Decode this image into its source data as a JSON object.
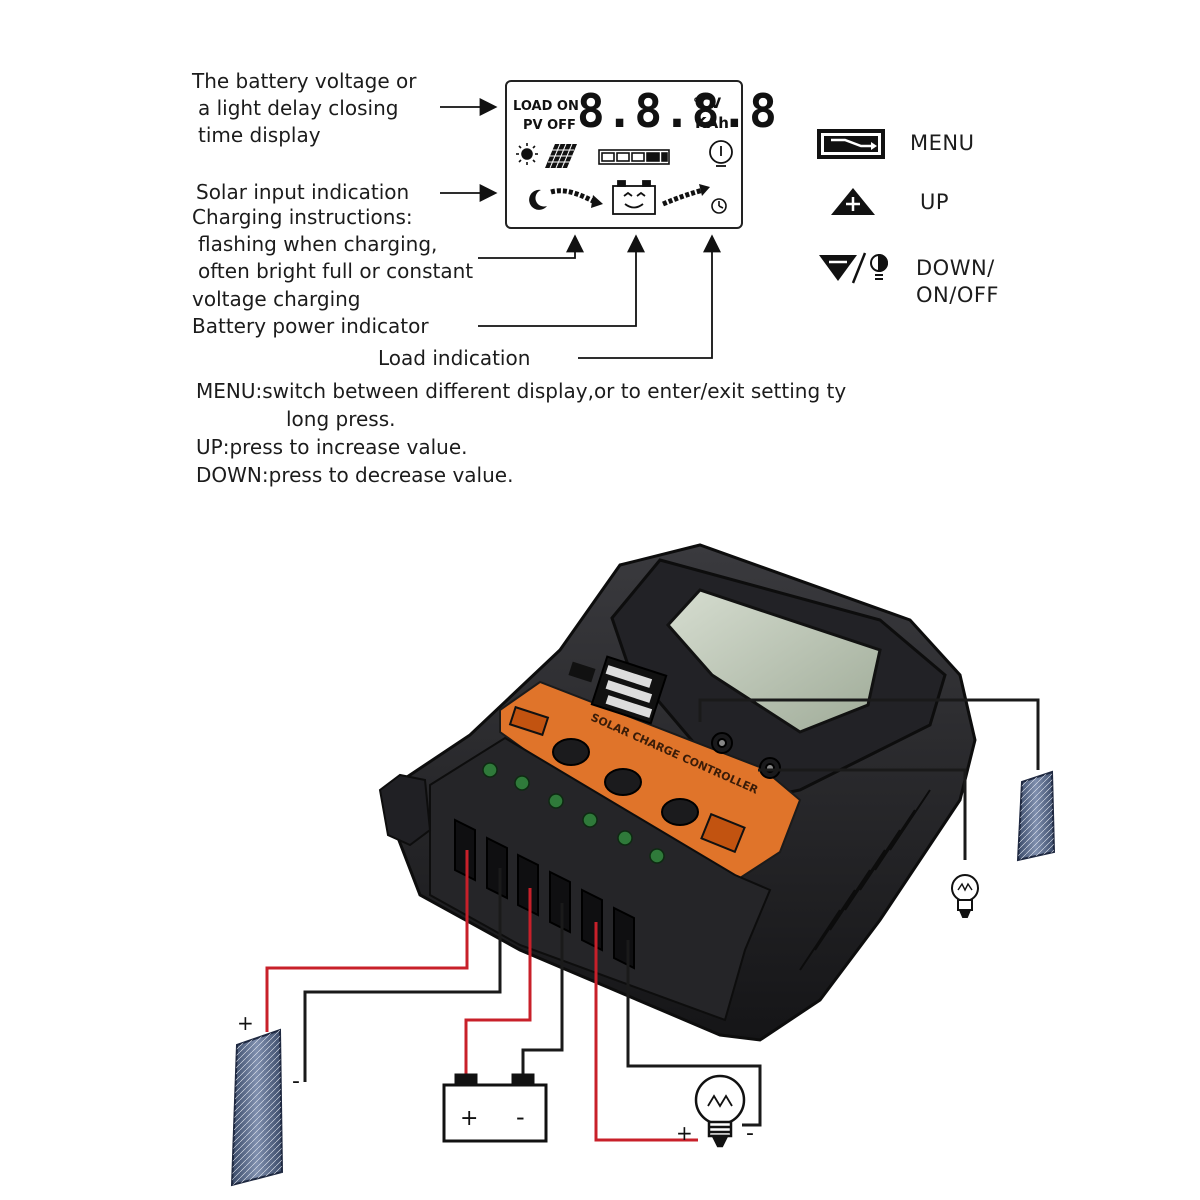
{
  "annotations": {
    "display": [
      "The battery voltage or",
      "a light delay closing",
      "time display"
    ],
    "solar": "Solar input indication",
    "charging": [
      "Charging instructions:",
      "flashing when charging,",
      "often bright full or constant",
      "voltage charging"
    ],
    "battery": "Battery power indicator",
    "load": "Load indication"
  },
  "lcd": {
    "load_on": "LOAD ON",
    "pv_off": "PV OFF",
    "digits": "8.8.8.8",
    "unit_top": "°CV",
    "unit_bottom": "KAh"
  },
  "buttons": {
    "menu": "MENU",
    "up": "UP",
    "down_line1": "DOWN/",
    "down_line2": "ON/OFF"
  },
  "help": {
    "menu_line1": "MENU:switch between different display,or to enter/exit setting ty",
    "menu_line2": "long press.",
    "up": "UP:press to increase value.",
    "down": "DOWN:press to decrease value."
  },
  "device": {
    "brand": "SOLAR CHARGE CONTROLLER"
  },
  "terminals": {
    "plus": "+",
    "minus": "-"
  },
  "colors": {
    "wire_red": "#c8202a",
    "wire_black": "#1a1a1a",
    "orange_panel": "#e0742a",
    "lcd_screen": "#b8c4b0",
    "body": "#2c2c2e"
  }
}
